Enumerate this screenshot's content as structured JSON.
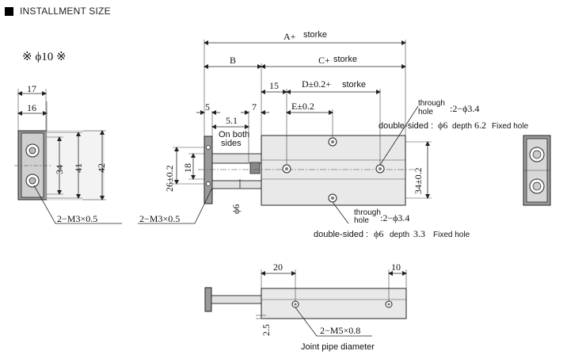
{
  "header": {
    "title": "INSTALLMENT SIZE"
  },
  "model": {
    "label": "※ ϕ10 ※"
  },
  "left_view": {
    "dim_17": "17",
    "dim_16": "16",
    "dim_34": "34",
    "dim_41": "41",
    "dim_42": "42",
    "thread": "2−M3×0.5"
  },
  "main_view": {
    "dim_a": "A+",
    "dim_a_word": "storke",
    "dim_b": "B",
    "dim_c": "C+",
    "dim_c_word": "storke",
    "dim_d": "D±0.2+",
    "dim_d_word": "storke",
    "dim_15": "15",
    "dim_e": "E±0.2",
    "dim_5": "5",
    "dim_7": "7",
    "dim_51": "5.1",
    "both_sides_1": "On both",
    "both_sides_2": "sides",
    "dim_26": "26±0.2",
    "dim_18": "18",
    "dim_6": "ϕ6",
    "dim_34": "34±0.2",
    "thread": "2−M3×0.5",
    "top_through_1": "through",
    "top_through_2": "hole",
    "top_through_spec": ":2−ϕ3.4",
    "top_double": "double-sided :",
    "top_double_spec": "ϕ6",
    "top_depth_word": "depth",
    "top_depth_val": "6.2",
    "top_fixed": "Fixed hole",
    "bot_through_1": "through",
    "bot_through_2": "hole",
    "bot_through_spec": ":2−ϕ3.4",
    "bot_double": "double-sided :",
    "bot_double_spec": "ϕ6",
    "bot_depth_word": "depth",
    "bot_depth_val": "3.3",
    "bot_fixed": "Fixed hole"
  },
  "bottom_view": {
    "dim_20": "20",
    "dim_10": "10",
    "dim_25": "2.5",
    "thread": "2−M5×0.8",
    "caption": "Joint pipe diameter"
  }
}
